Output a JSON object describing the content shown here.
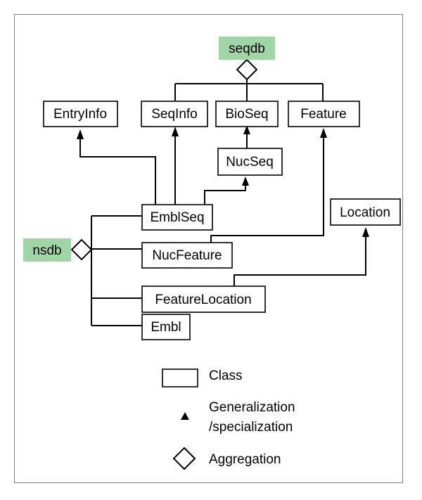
{
  "packages": {
    "seqdb": "seqdb",
    "nsdb": "nsdb"
  },
  "classes": {
    "entryinfo": "EntryInfo",
    "seqinfo": "SeqInfo",
    "bioseq": "BioSeq",
    "feature": "Feature",
    "nucseq": "NucSeq",
    "emblseq": "EmblSeq",
    "location": "Location",
    "nucfeature": "NucFeature",
    "featurelocation": "FeatureLocation",
    "embl": "Embl"
  },
  "legend": {
    "class": "Class",
    "generalization_line1": "Generalization",
    "generalization_line2": "/specialization",
    "aggregation": "Aggregation"
  },
  "colors": {
    "package_fill": "#9fd6a6",
    "frame_border": "#7f7f7f",
    "line": "#000000"
  }
}
